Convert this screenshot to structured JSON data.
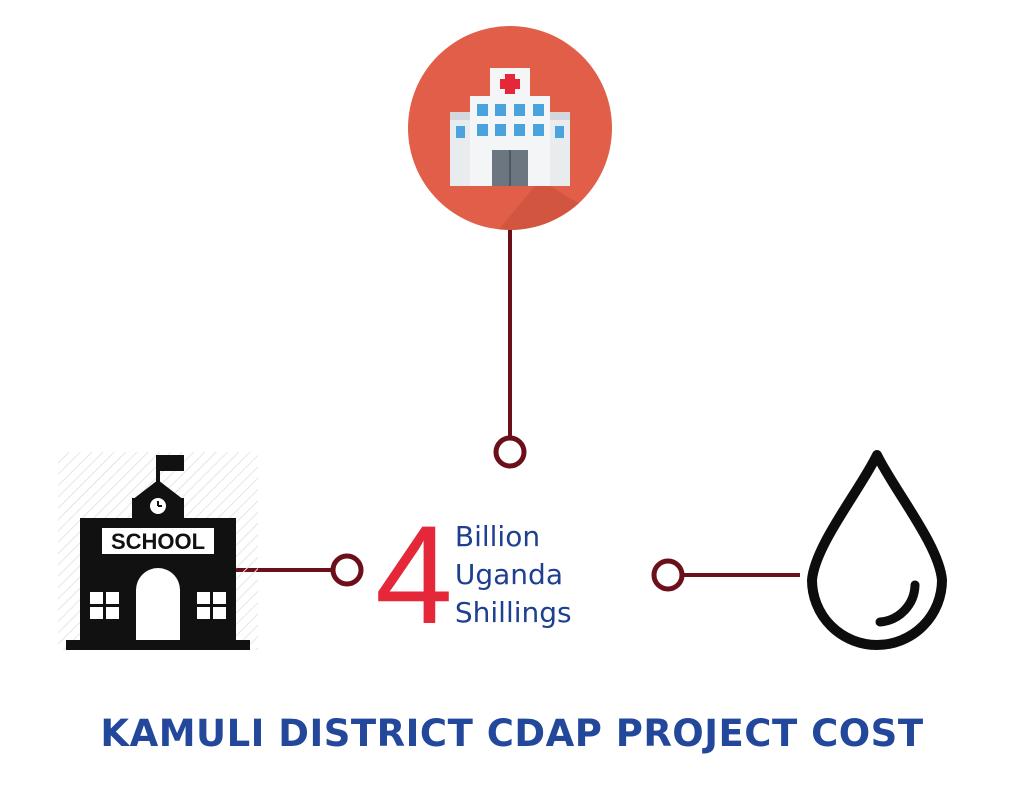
{
  "amount": {
    "number": "4",
    "words": [
      "Billion",
      "Uganda",
      "Shillings"
    ]
  },
  "school": {
    "sign": "SCHOOL"
  },
  "title": "KAMULI DISTRICT CDAP PROJECT COST",
  "icons": [
    "hospital-icon",
    "school-icon",
    "water-drop-icon"
  ],
  "colors": {
    "connector": "#6b0f1a",
    "accent_red": "#e5273a",
    "title_blue": "#22479b",
    "hospital_circle": "#e15f48"
  }
}
